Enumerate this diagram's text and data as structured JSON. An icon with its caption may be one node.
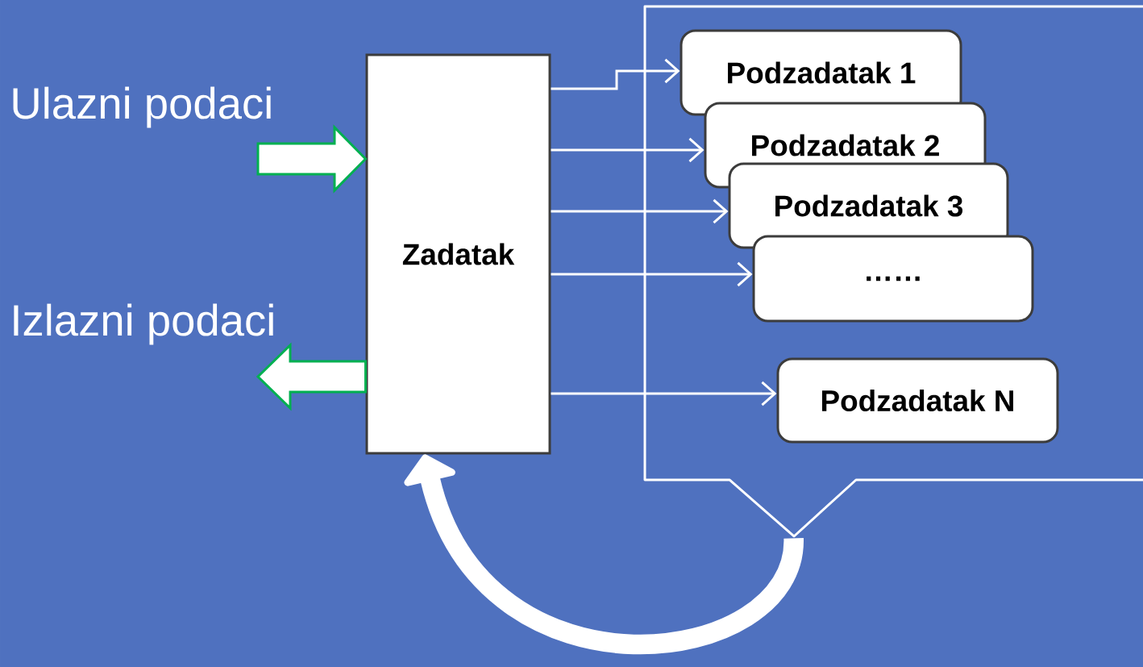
{
  "diagram": {
    "nodes": [
      {
        "text": [
          "Zadatak"
        ]
      },
      {
        "text": [],
        "shape": "box"
      },
      {
        "text": [
          "Podzadatak 1"
        ],
        "in": 1
      },
      {
        "text": [
          "Podzadatak 2"
        ],
        "in": 1
      },
      {
        "text": [
          "Podzadatak 3"
        ],
        "in": 1
      },
      {
        "text": [
          "……"
        ],
        "in": 1
      },
      {
        "text": [
          "Podzadatak N"
        ],
        "in": 1
      }
    ],
    "edges": [
      {
        "from": null,
        "to": 0,
        "arrow": "to",
        "style": "thick",
        "color": "#00b050"
      },
      {
        "from": 0,
        "to": null,
        "arrow": "to",
        "style": "thick",
        "color": "#00b050"
      },
      {
        "from": 0,
        "to": 2,
        "arrow": "to"
      },
      {
        "from": 0,
        "to": 3,
        "arrow": "to"
      },
      {
        "from": 0,
        "to": 4,
        "arrow": "to"
      },
      {
        "from": 0,
        "to": 5,
        "arrow": "to"
      },
      {
        "from": 0,
        "to": 6,
        "arrow": "to"
      },
      {
        "from": 1,
        "to": 0,
        "arrow": "to",
        "style": "thick"
      }
    ],
    "labels": [
      "Ulazni podaci",
      "Izlazni podaci"
    ]
  }
}
